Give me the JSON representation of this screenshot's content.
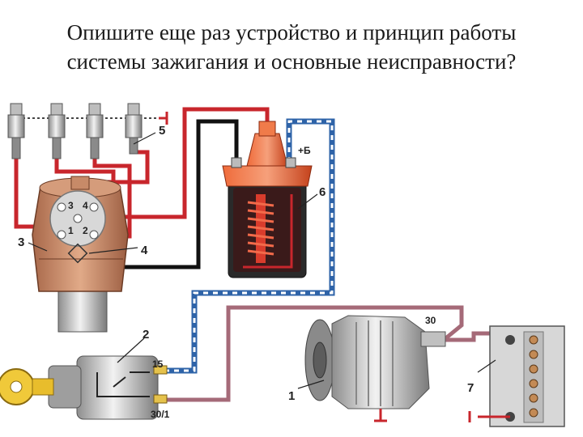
{
  "title": {
    "line1": "Опишите еще раз устройство и принцип работы",
    "line2": "системы зажигания и основные неисправности?"
  },
  "diagram": {
    "callouts": [
      "1",
      "2",
      "3",
      "4",
      "5",
      "6",
      "7"
    ],
    "terminals": {
      "plus_b": "+Б",
      "t15": "15",
      "t30_1": "30/1",
      "t30": "30"
    },
    "distributor_numbers": [
      "3",
      "4",
      "1",
      "2"
    ]
  },
  "colors": {
    "hv_wire": "#c8262c",
    "lv_wire": "#111111",
    "blue_dashed": "#2e63a8",
    "mauve_wire": "#a56a78",
    "distributor": "#c9906a",
    "coil_cap": "#e2572a"
  }
}
